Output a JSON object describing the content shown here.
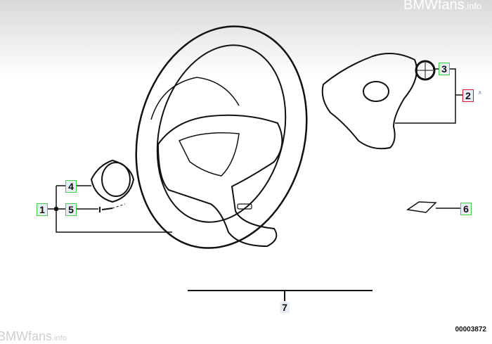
{
  "watermark": {
    "brand": "BMWfans",
    "suffix": ".info"
  },
  "callouts": [
    {
      "number": "1",
      "frame": "green"
    },
    {
      "number": "2",
      "frame": "red"
    },
    {
      "number": "3",
      "frame": "green"
    },
    {
      "number": "4",
      "frame": "green"
    },
    {
      "number": "5",
      "frame": "green"
    },
    {
      "number": "6",
      "frame": "green"
    },
    {
      "number": "7",
      "frame": "none"
    }
  ],
  "note_symbol": "⩡",
  "diagram_number": "00003872",
  "colors": {
    "green_frame": "#3fd13f",
    "red_frame": "#d81b2a",
    "callout_bg": "#e8eef6"
  }
}
